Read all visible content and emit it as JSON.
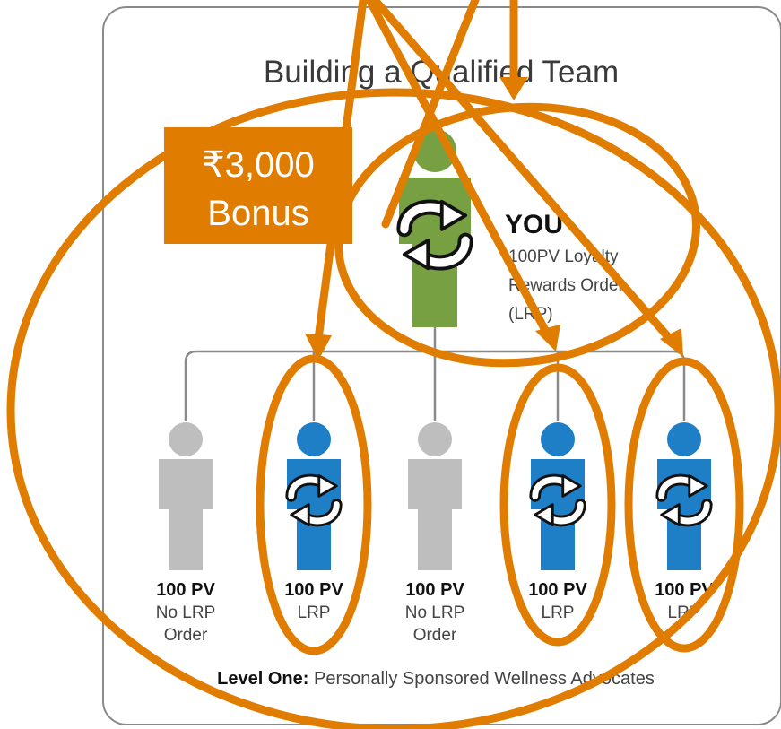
{
  "title": "Building a Qualified Team",
  "bonus": {
    "amount": "₹3,000",
    "label": "Bonus"
  },
  "you": {
    "name": "YOU",
    "desc_line1": "100PV Loyalty",
    "desc_line2": "Rewards Order",
    "desc_line3": "(LRP)"
  },
  "members": [
    {
      "pv": "100 PV",
      "line1": "No LRP",
      "line2": "Order"
    },
    {
      "pv": "100 PV",
      "line1": "LRP",
      "line2": ""
    },
    {
      "pv": "100 PV",
      "line1": "No LRP",
      "line2": "Order"
    },
    {
      "pv": "100 PV",
      "line1": "LRP",
      "line2": ""
    },
    {
      "pv": "100 PV",
      "line1": "LRP",
      "line2": ""
    }
  ],
  "footer": {
    "bold": "Level One:",
    "text": " Personally Sponsored Wellness Advocates"
  },
  "colors": {
    "orange": "#E07D00",
    "green": "#77A043",
    "blue": "#1F7FC6",
    "grey": "#BEBEBE",
    "frame": "#8a8a8a"
  },
  "icons": [
    "person-icon",
    "loyalty-cycle-arrows-icon"
  ]
}
